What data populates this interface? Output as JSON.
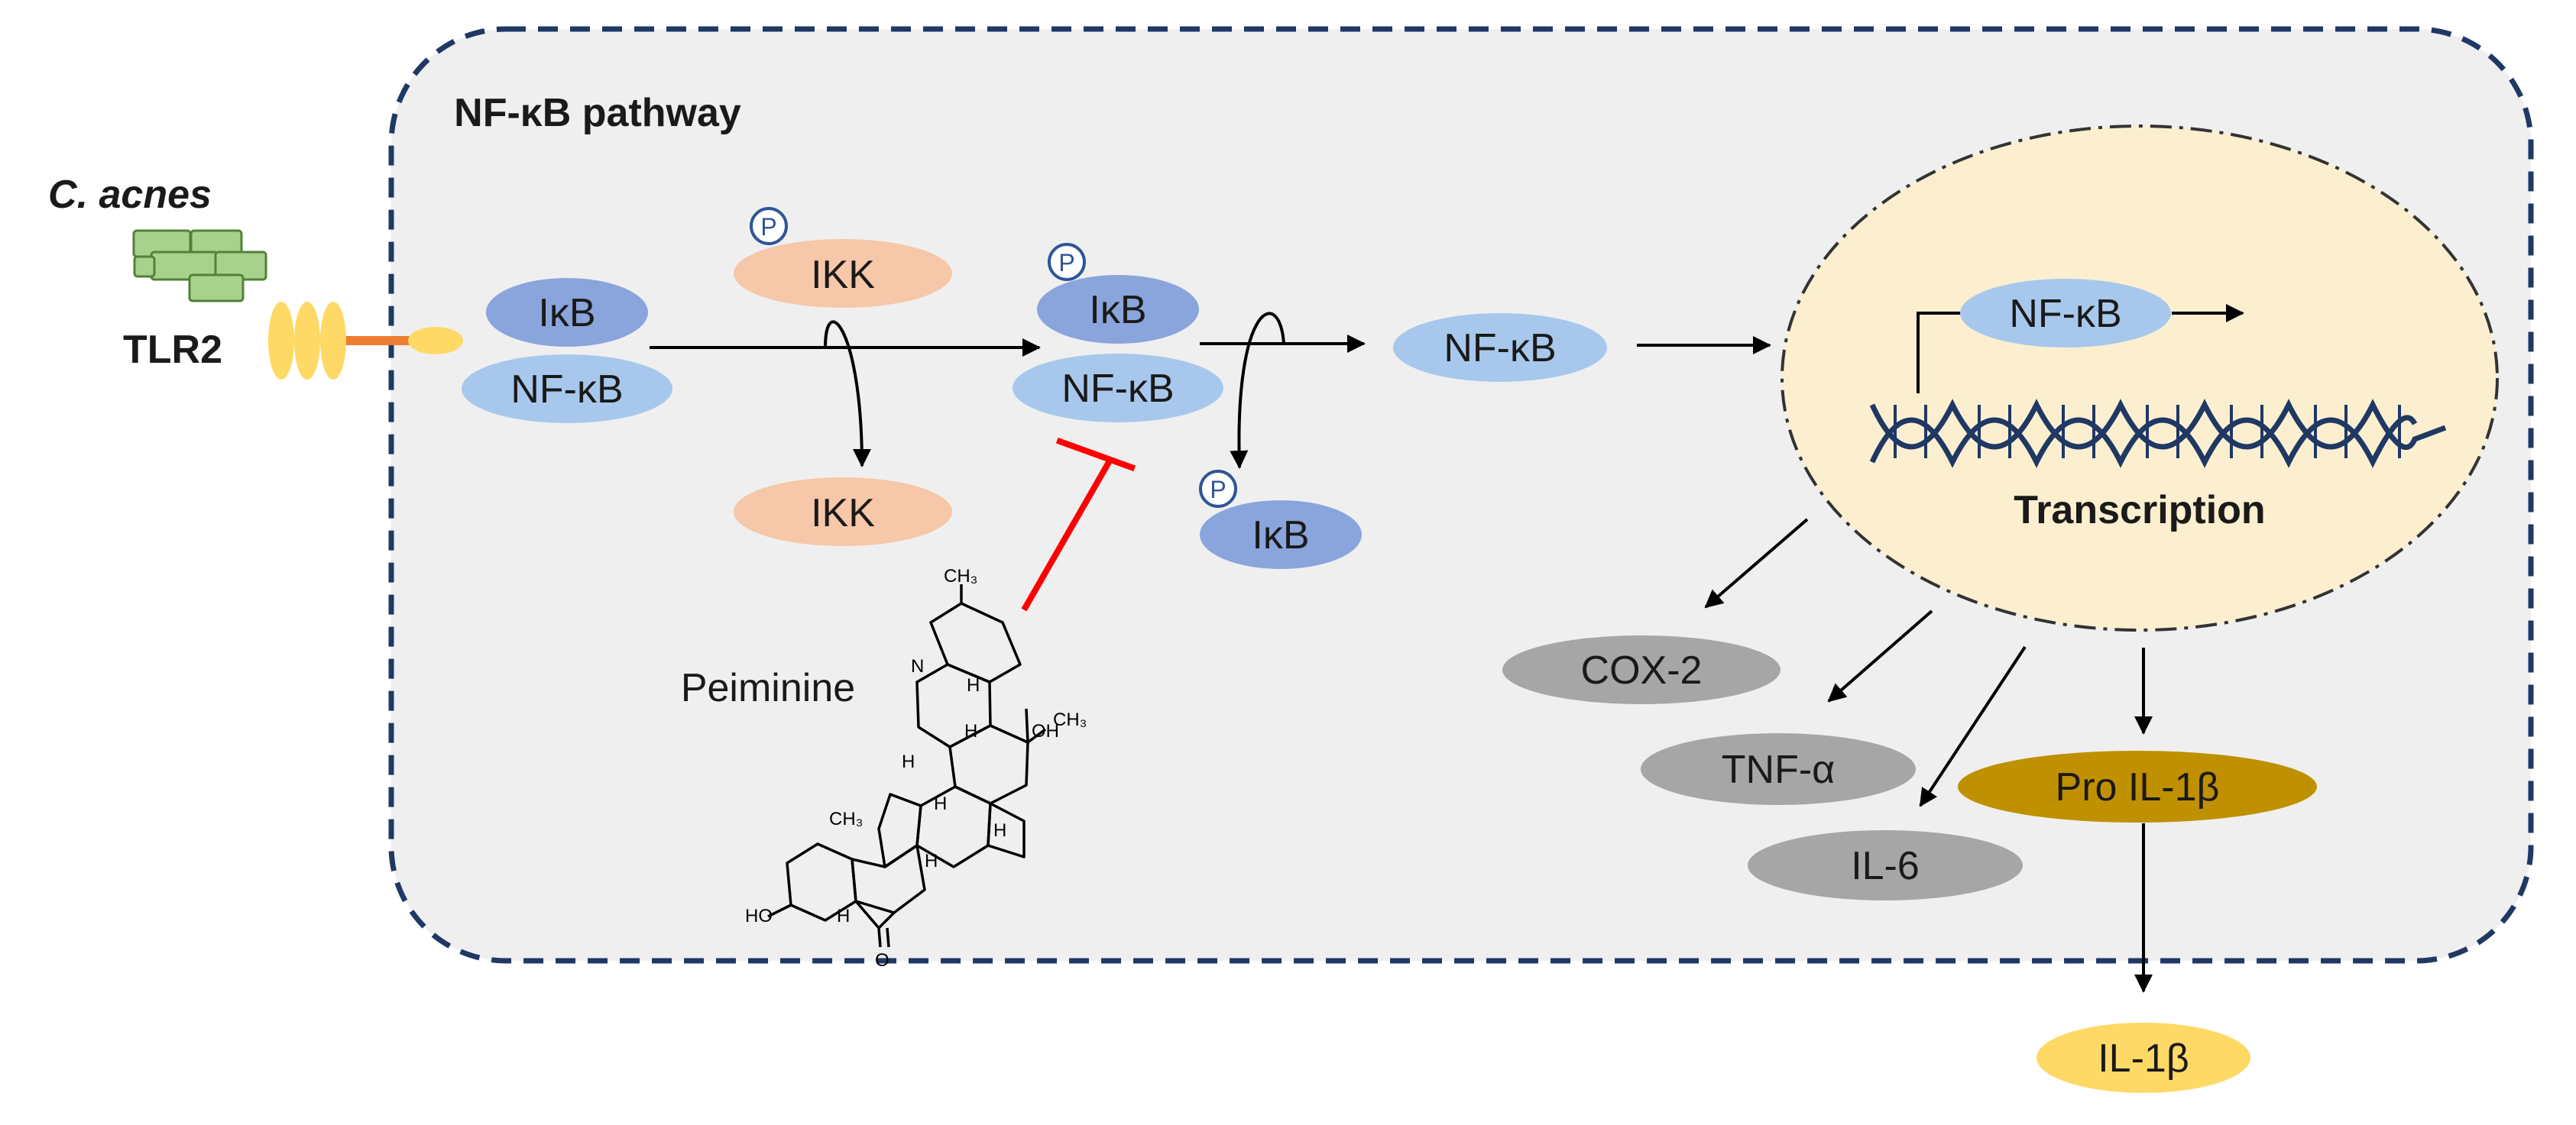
{
  "title": "NF-κB pathway",
  "pathogen": "C. acnes",
  "receptor": "TLR2",
  "inhibitor": "Peiminine",
  "phospho_symbol": "P",
  "molecules": {
    "ikb": "IκB",
    "nfkb": "NF-κB",
    "ikk": "IKK"
  },
  "nucleus": {
    "nfkb": "NF-κB",
    "process": "Transcription"
  },
  "products": {
    "cox2": "COX-2",
    "tnfa": "TNF-α",
    "il6": "IL-6",
    "pro_il1b": "Pro IL-1β",
    "il1b": "IL-1β"
  },
  "structure_labels": {
    "ch3": "CH₃",
    "n": "N",
    "h": "H",
    "oh": "OH",
    "ho": "HO",
    "o": "O"
  },
  "colors": {
    "ikb": "#8aa4dc",
    "nfkb": "#a7c8ec",
    "ikk": "#f6c7a8",
    "cytokine": "#a6a6a6",
    "pro_il1b": "#bf9000",
    "il1b": "#ffd966",
    "nucleus": "#fcefd0",
    "cell": "#efefef",
    "cell_border": "#1f3864",
    "dna": "#1f3864",
    "inhibition": "#ff0000",
    "receptor": "#ffd966",
    "bacteria": "#a9d18e"
  }
}
